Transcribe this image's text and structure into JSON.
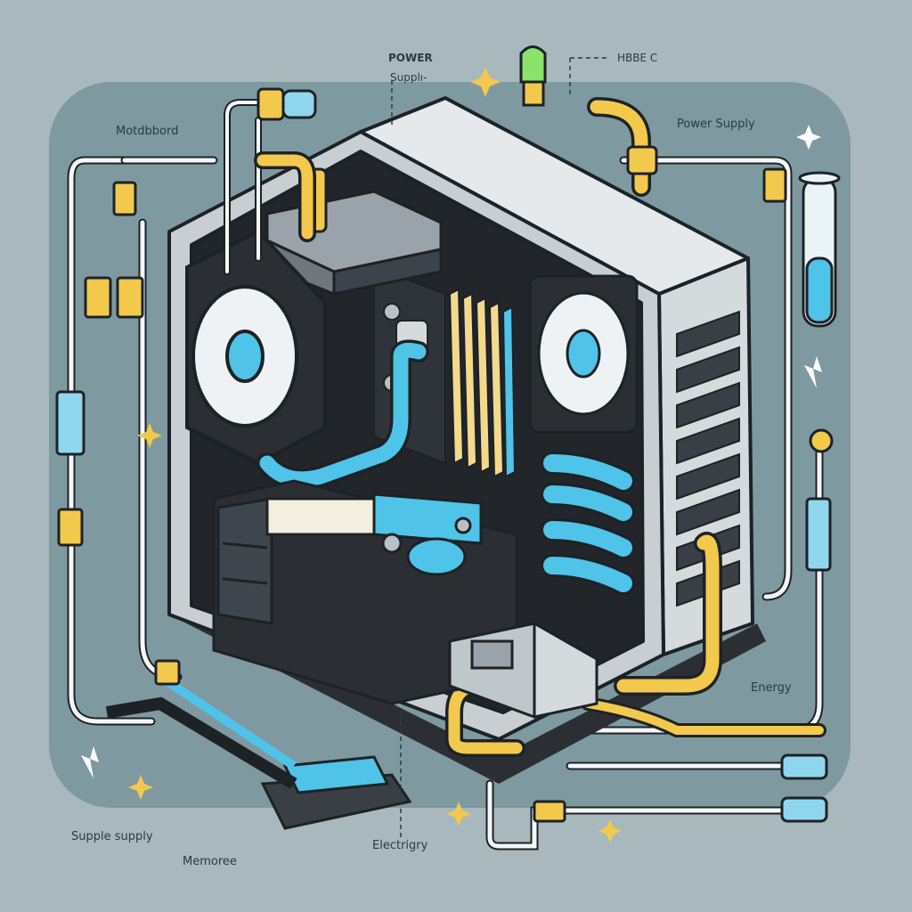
{
  "labels": {
    "top_power": "POWER",
    "top_supply": "Supplı‑",
    "top_right": "HBBE C",
    "motherboard": "Motdbbord",
    "power_supply": "Power Supply",
    "energy": "Energy",
    "supple_supply": "Supple supply",
    "memory": "Memoree",
    "electricity": "Electrigry"
  },
  "colors": {
    "background": "#a9b8bd",
    "panel": "#7e9aa0",
    "case": "#d5dadd",
    "case_dark": "#2b2f34",
    "coolant": "#4fc3e8",
    "cable_yellow": "#f2c94c",
    "outline": "#1d2226"
  }
}
